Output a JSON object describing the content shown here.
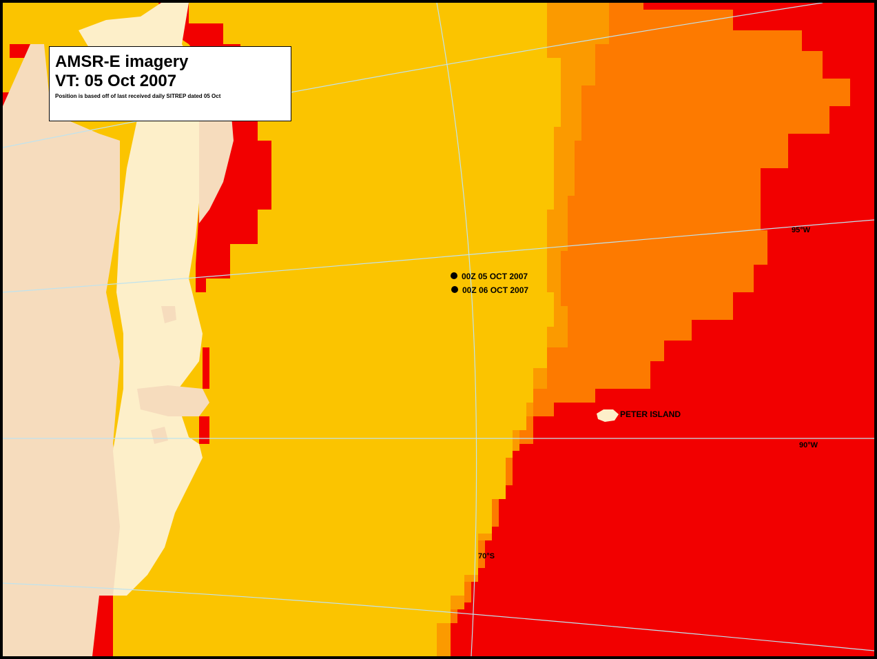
{
  "title_box": {
    "line1": "AMSR-E imagery",
    "line2": "VT: 05 Oct 2007",
    "note": "Position is based off of last received daily SITREP dated 05 Oct"
  },
  "positions": [
    {
      "label": "00Z 05 OCT 2007"
    },
    {
      "label": "00Z 06 OCT 2007"
    }
  ],
  "features": {
    "island_label": "PETER ISLAND"
  },
  "grid_labels": {
    "lon_95": "95°W",
    "lon_90": "90°W",
    "lat_70": "70°S"
  },
  "colors": {
    "open_water_red": "#f20000",
    "ice_orange": "#fd7a00",
    "ice_amber": "#fb9a00",
    "pack_ice_yellow": "#fbc400",
    "land": "#fdefc9",
    "land_shadow": "#f6dcbd",
    "graticule": "#bfe3ee"
  }
}
